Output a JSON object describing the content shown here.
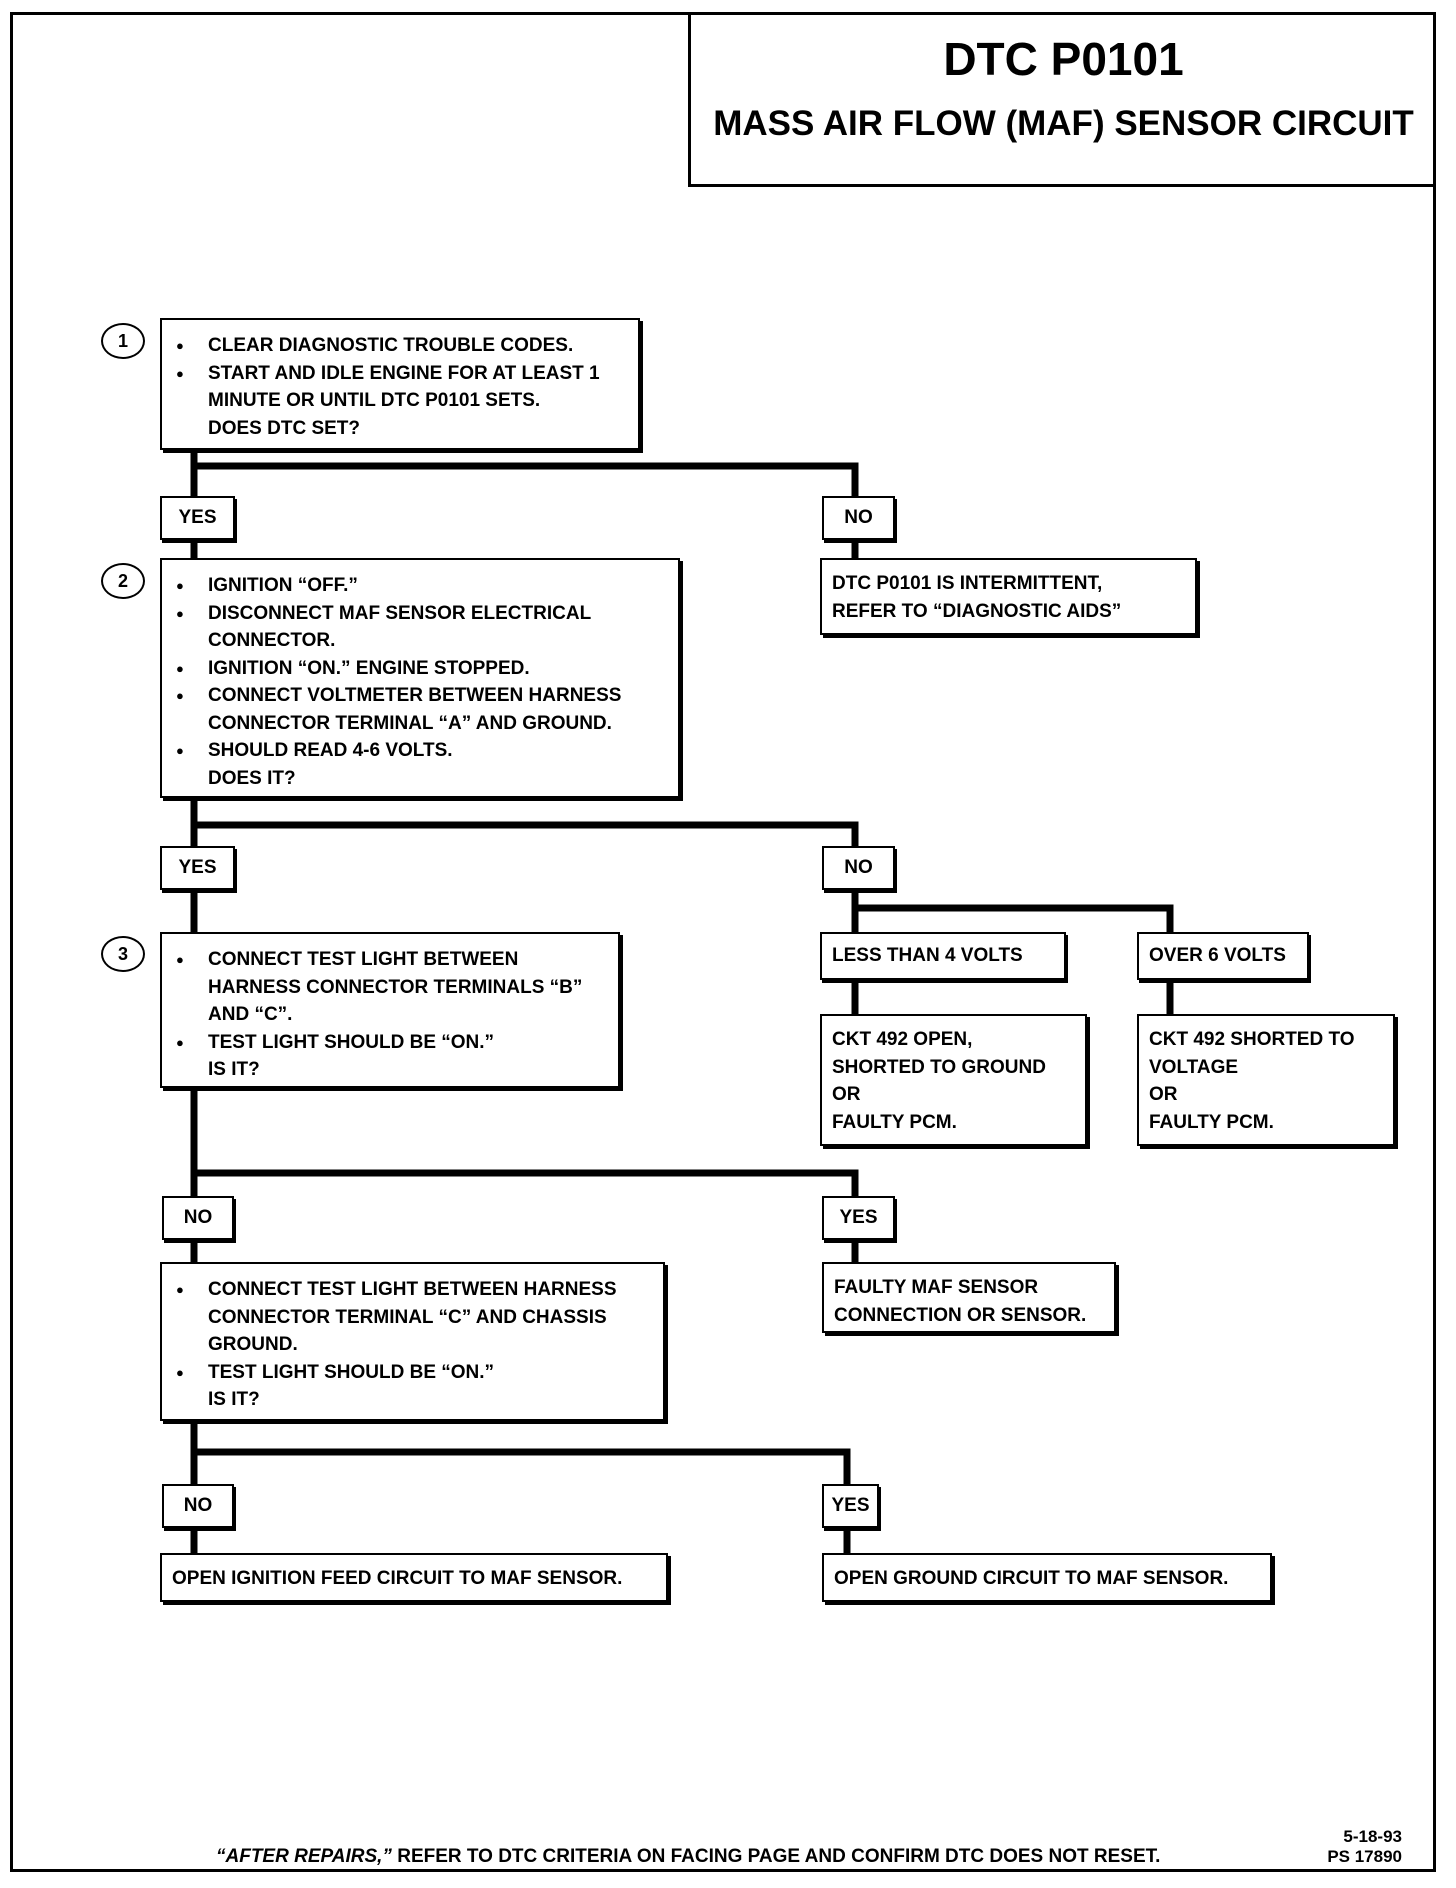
{
  "title": {
    "code": "DTC P0101",
    "subtitle": "MASS AIR FLOW (MAF) SENSOR CIRCUIT"
  },
  "steps": [
    {
      "number": "1",
      "bullets": [
        "CLEAR DIAGNOSTIC TROUBLE CODES.",
        "START AND IDLE ENGINE FOR AT LEAST 1 MINUTE OR UNTIL DTC P0101 SETS."
      ],
      "question": "DOES DTC SET?"
    },
    {
      "number": "2",
      "bullets": [
        "IGNITION “OFF.”",
        "DISCONNECT MAF SENSOR ELECTRICAL CONNECTOR.",
        "IGNITION “ON.” ENGINE STOPPED.",
        "CONNECT VOLTMETER BETWEEN HARNESS CONNECTOR TERMINAL “A” AND GROUND.",
        "SHOULD READ 4-6 VOLTS."
      ],
      "question": "DOES IT?"
    },
    {
      "number": "3",
      "bullets": [
        "CONNECT TEST LIGHT BETWEEN HARNESS CONNECTOR TERMINALS “B” AND “C”.",
        "TEST LIGHT SHOULD BE “ON.”"
      ],
      "question": "IS IT?"
    },
    {
      "number": "",
      "bullets": [
        "CONNECT TEST LIGHT BETWEEN HARNESS CONNECTOR TERMINAL “C” AND CHASSIS GROUND.",
        "TEST LIGHT SHOULD BE “ON.”"
      ],
      "question": "IS IT?"
    }
  ],
  "labels": {
    "s1_yes": "YES",
    "s1_no": "NO",
    "s2_yes": "YES",
    "s2_no": "NO",
    "s3_no": "NO",
    "s3_yes": "YES",
    "s4_no": "NO",
    "s4_yes": "YES"
  },
  "conditions": {
    "less_than_4": "LESS THAN 4 VOLTS",
    "over_6": "OVER 6 VOLTS"
  },
  "results": {
    "intermittent": [
      "DTC P0101 IS INTERMITTENT,",
      "REFER TO “DIAGNOSTIC AIDS”"
    ],
    "ckt_open": [
      "CKT 492 OPEN,",
      "SHORTED TO GROUND",
      "OR",
      "FAULTY PCM."
    ],
    "ckt_shorted": [
      "CKT 492 SHORTED TO",
      "VOLTAGE",
      "OR",
      "FAULTY PCM."
    ],
    "faulty_maf": [
      "FAULTY MAF SENSOR",
      "CONNECTION OR SENSOR."
    ],
    "open_ignition": [
      "OPEN IGNITION FEED CIRCUIT TO MAF SENSOR."
    ],
    "open_ground": [
      "OPEN GROUND CIRCUIT TO MAF SENSOR."
    ]
  },
  "footer": {
    "note_italic": "“AFTER REPAIRS,”",
    "note_rest": "REFER TO DTC CRITERIA ON FACING PAGE AND CONFIRM DTC DOES NOT RESET.",
    "date": "5-18-93",
    "ps_number": "PS 17890"
  }
}
